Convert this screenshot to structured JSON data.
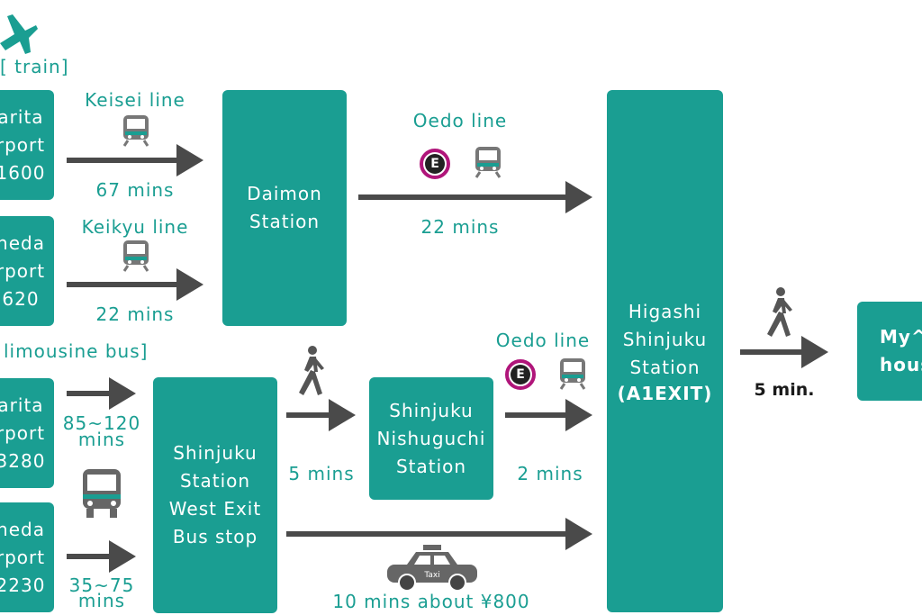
{
  "colors": {
    "box": "#1a9e92",
    "arrow": "#4a4a4a",
    "oedo_ring": "#b0157a"
  },
  "sections": {
    "train_header": "[ train]",
    "bus_header": "limousine bus]"
  },
  "airports": {
    "narita_train": [
      "arita",
      "rport",
      "1600"
    ],
    "haneda_train": [
      "neda",
      "rport",
      "620"
    ],
    "narita_bus": [
      "arita",
      "rport",
      "3280"
    ],
    "haneda_bus": [
      "neda",
      "rport",
      "2230"
    ]
  },
  "routes": {
    "keisei": {
      "line": "Keisei line",
      "time": "67 mins"
    },
    "keikyu": {
      "line": "Keikyu line",
      "time": "22 mins"
    },
    "oedo_upper": {
      "line": "Oedo line",
      "time": "22 mins"
    },
    "bus_narita": {
      "time_line1": "85~120",
      "time_line2": "mins"
    },
    "bus_haneda": {
      "time_line1": "35~75",
      "time_line2": "mins"
    },
    "walk_nishuguchi": {
      "time": "5 mins"
    },
    "oedo_lower": {
      "line": "Oedo line",
      "time": "2 mins"
    },
    "taxi": {
      "time": "10 mins about ¥800",
      "badge": "Taxi"
    },
    "walk_house": {
      "time": "5 min."
    }
  },
  "stations": {
    "daimon": [
      "Daimon",
      "Station"
    ],
    "shinjuku_west": [
      "Shinjuku",
      "Station",
      "West Exit",
      "Bus stop"
    ],
    "nishuguchi": [
      "Shinjuku",
      "Nishuguchi",
      "Station"
    ],
    "higashi": [
      "Higashi",
      "Shinjuku",
      "Station",
      "(A1EXIT)"
    ]
  },
  "destination": [
    "My^",
    "hous"
  ],
  "icons": {
    "plane": "airplane-icon",
    "train": "train-icon",
    "bus": "bus-icon",
    "walk": "walking-person-icon",
    "taxi": "taxi-icon",
    "oedo": "oedo-e-icon"
  }
}
